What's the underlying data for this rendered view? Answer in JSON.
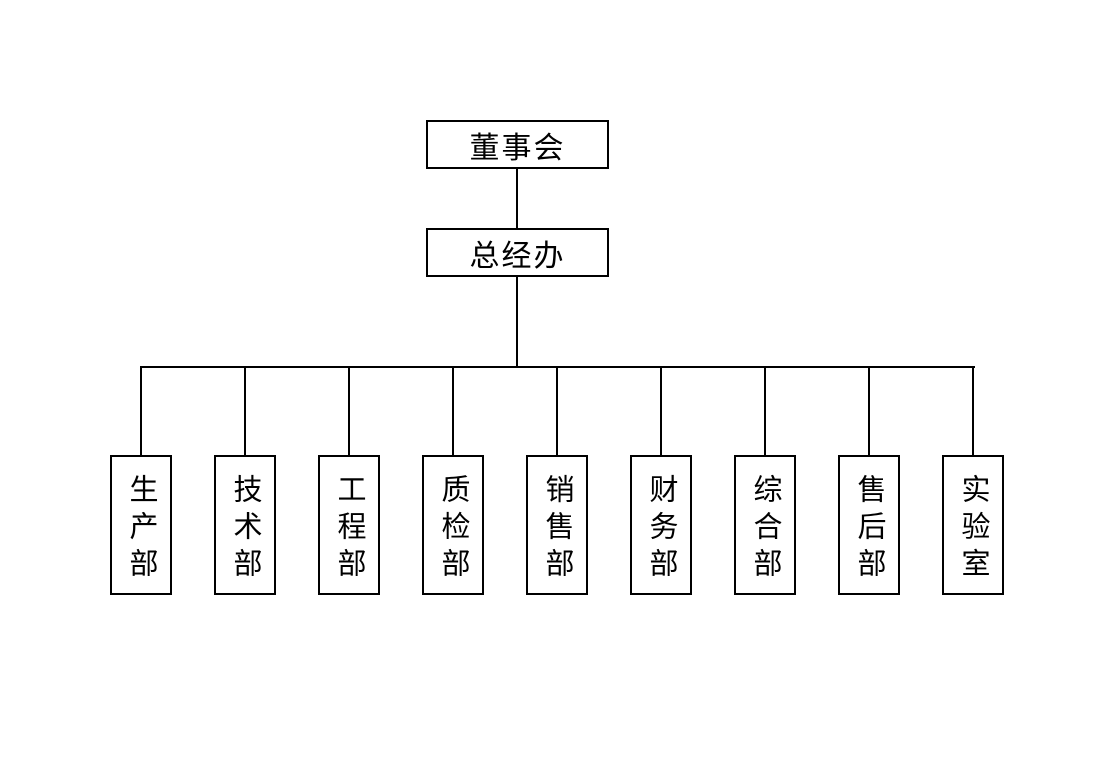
{
  "org_chart": {
    "levels": {
      "board": {
        "label": "董事会"
      },
      "office": {
        "label": "总经办"
      }
    },
    "departments": [
      {
        "label": "生产部"
      },
      {
        "label": "技术部"
      },
      {
        "label": "工程部"
      },
      {
        "label": "质检部"
      },
      {
        "label": "销售部"
      },
      {
        "label": "财务部"
      },
      {
        "label": "综合部"
      },
      {
        "label": "售后部"
      },
      {
        "label": "实验室"
      }
    ],
    "colors": {
      "background": "#ffffff",
      "box_border": "#000000",
      "line": "#000000",
      "text": "#000000"
    }
  }
}
